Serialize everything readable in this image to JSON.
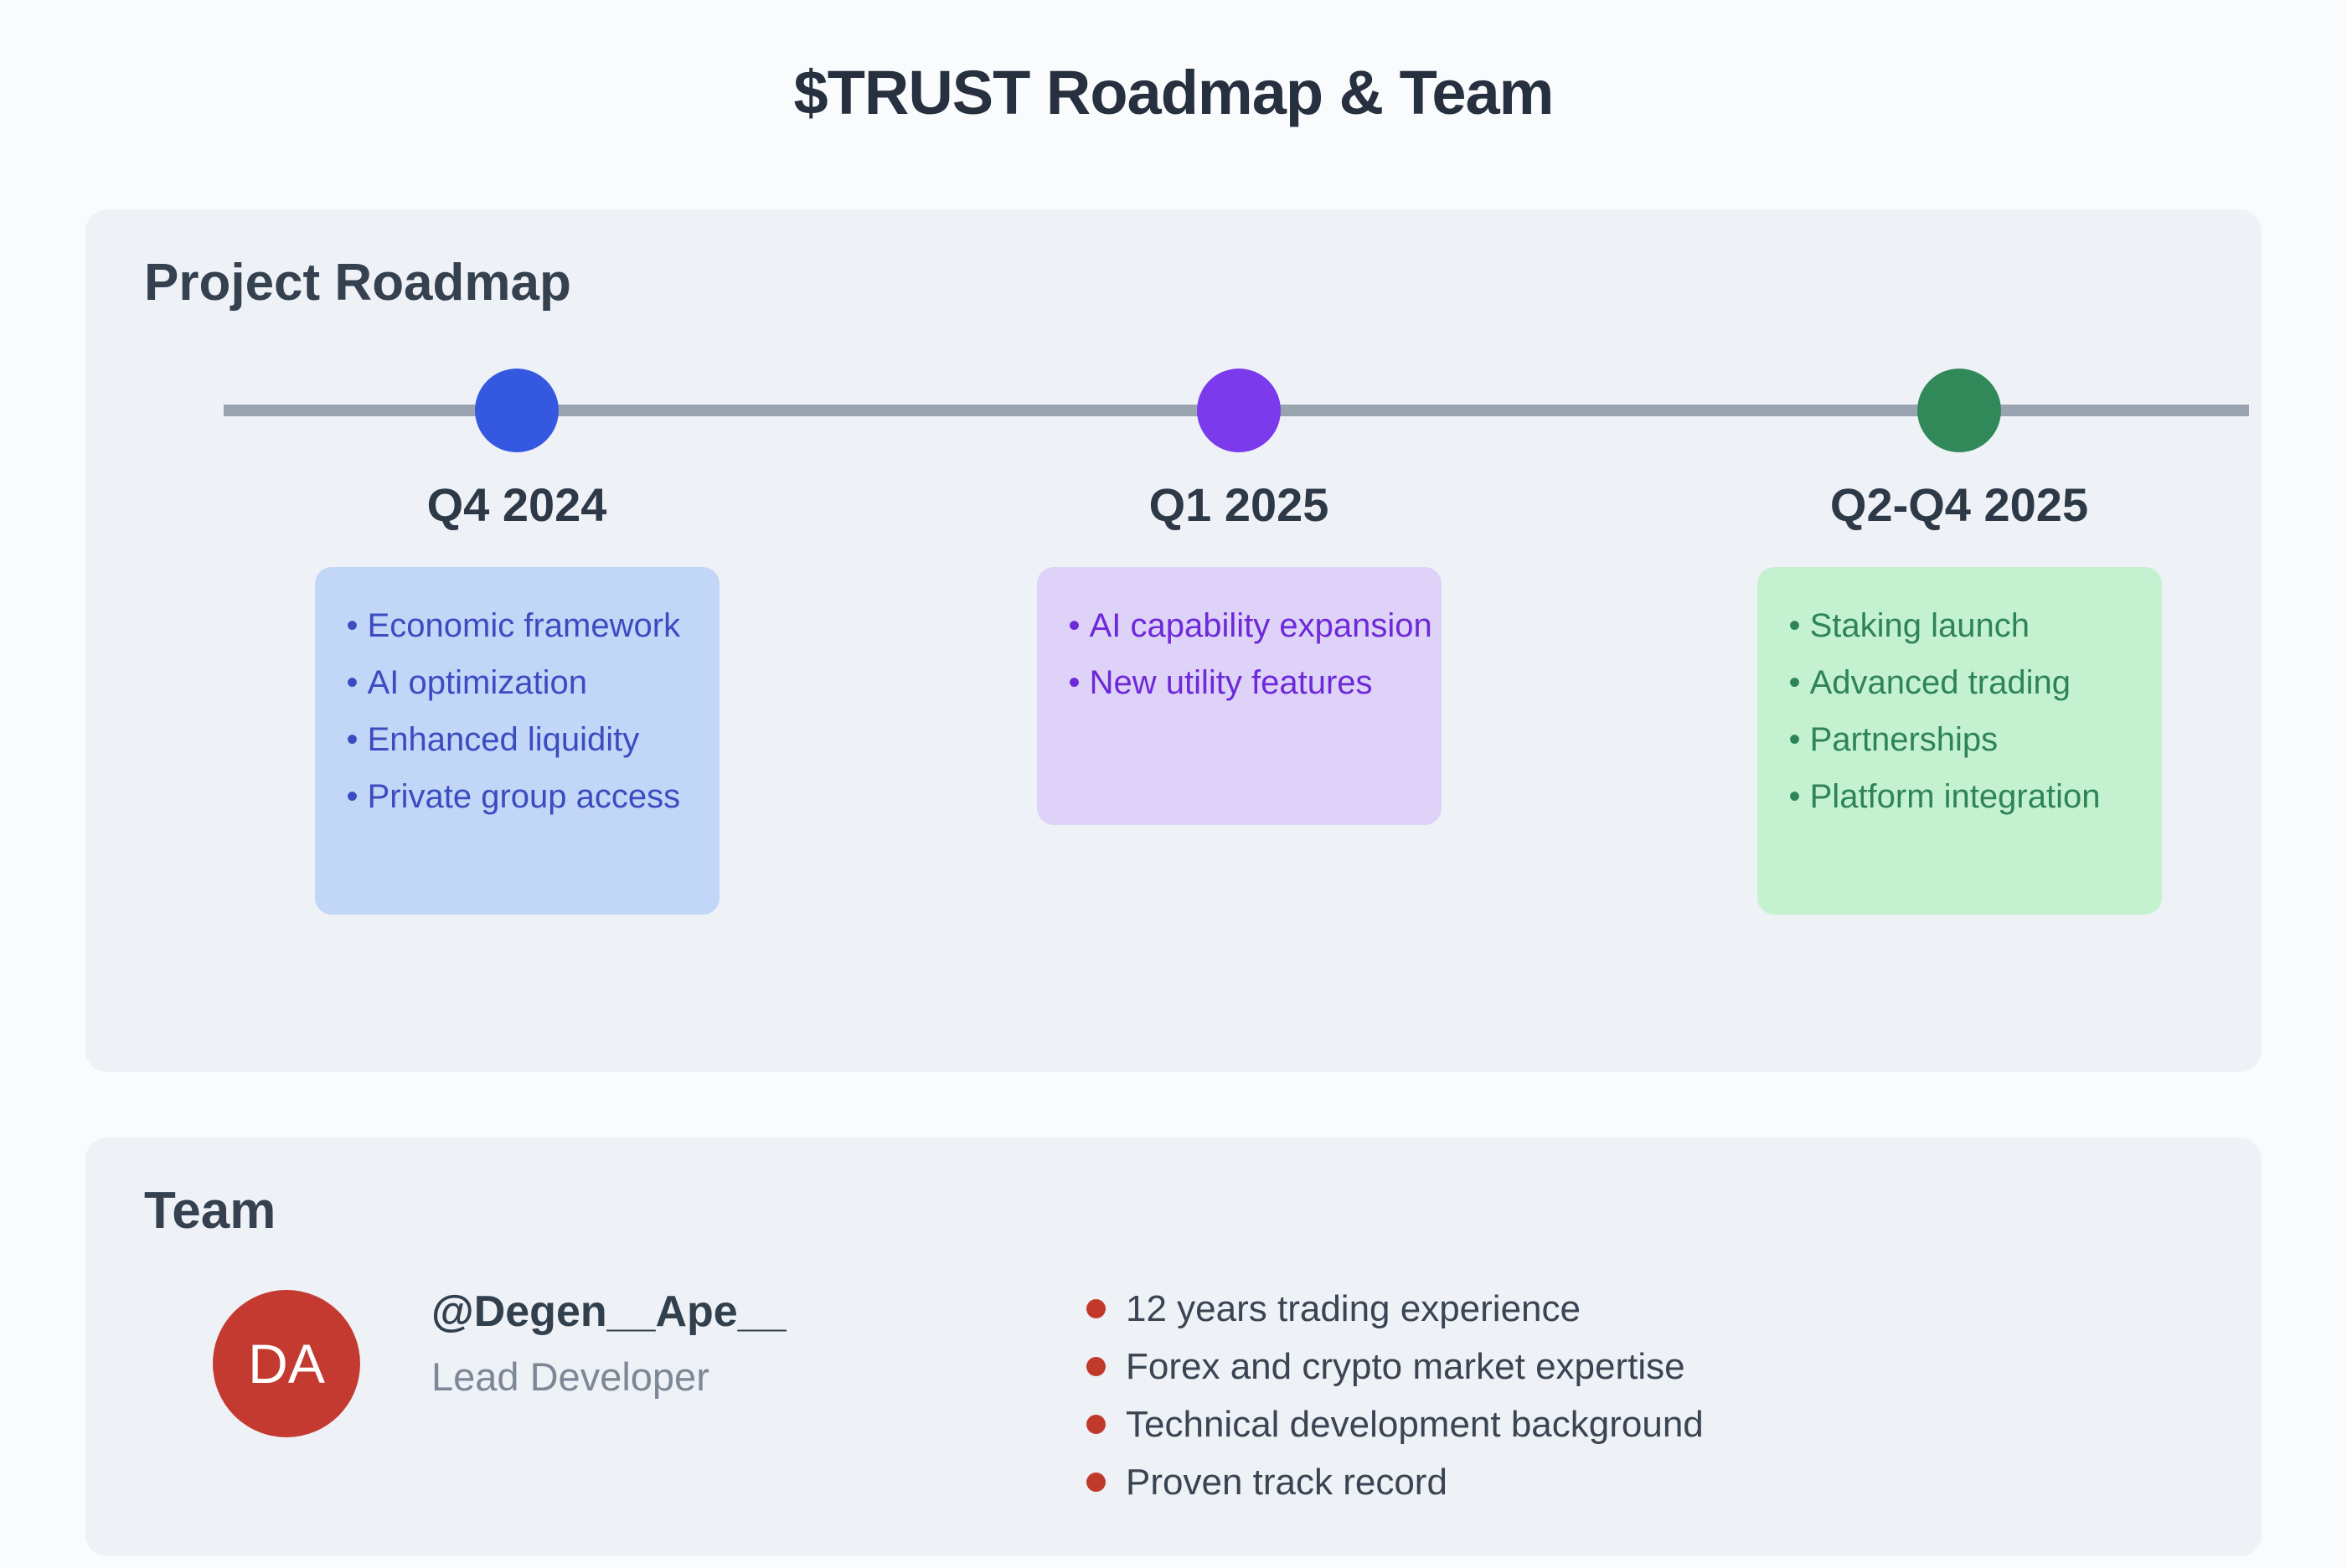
{
  "page": {
    "title": "$TRUST Roadmap & Team"
  },
  "roadmap": {
    "heading": "Project Roadmap",
    "timeline_line_color": "#9aa4b1",
    "milestones": [
      {
        "label": "Q4 2024",
        "dot_color": "#3558e0",
        "card_bg": "#c2d6f8",
        "text_color": "#3b4cc0",
        "items": [
          "Economic framework",
          "AI optimization",
          "Enhanced liquidity",
          "Private group access"
        ]
      },
      {
        "label": "Q1 2025",
        "dot_color": "#7c3aed",
        "card_bg": "#ded2f8",
        "text_color": "#6d28d9",
        "items": [
          "AI capability expansion",
          "New utility features"
        ]
      },
      {
        "label": "Q2-Q4 2025",
        "dot_color": "#31895a",
        "card_bg": "#c4f2d0",
        "text_color": "#2e8456",
        "items": [
          "Staking launch",
          "Advanced trading",
          "Partnerships",
          "Platform integration"
        ]
      }
    ]
  },
  "team": {
    "heading": "Team",
    "member": {
      "avatar_initials": "DA",
      "avatar_color": "#c43a31",
      "handle": "@Degen__Ape__",
      "role": "Lead Developer",
      "bullet_color": "#c0392b",
      "highlights": [
        "12 years trading experience",
        "Forex and crypto market expertise",
        "Technical development background",
        "Proven track record"
      ]
    }
  }
}
